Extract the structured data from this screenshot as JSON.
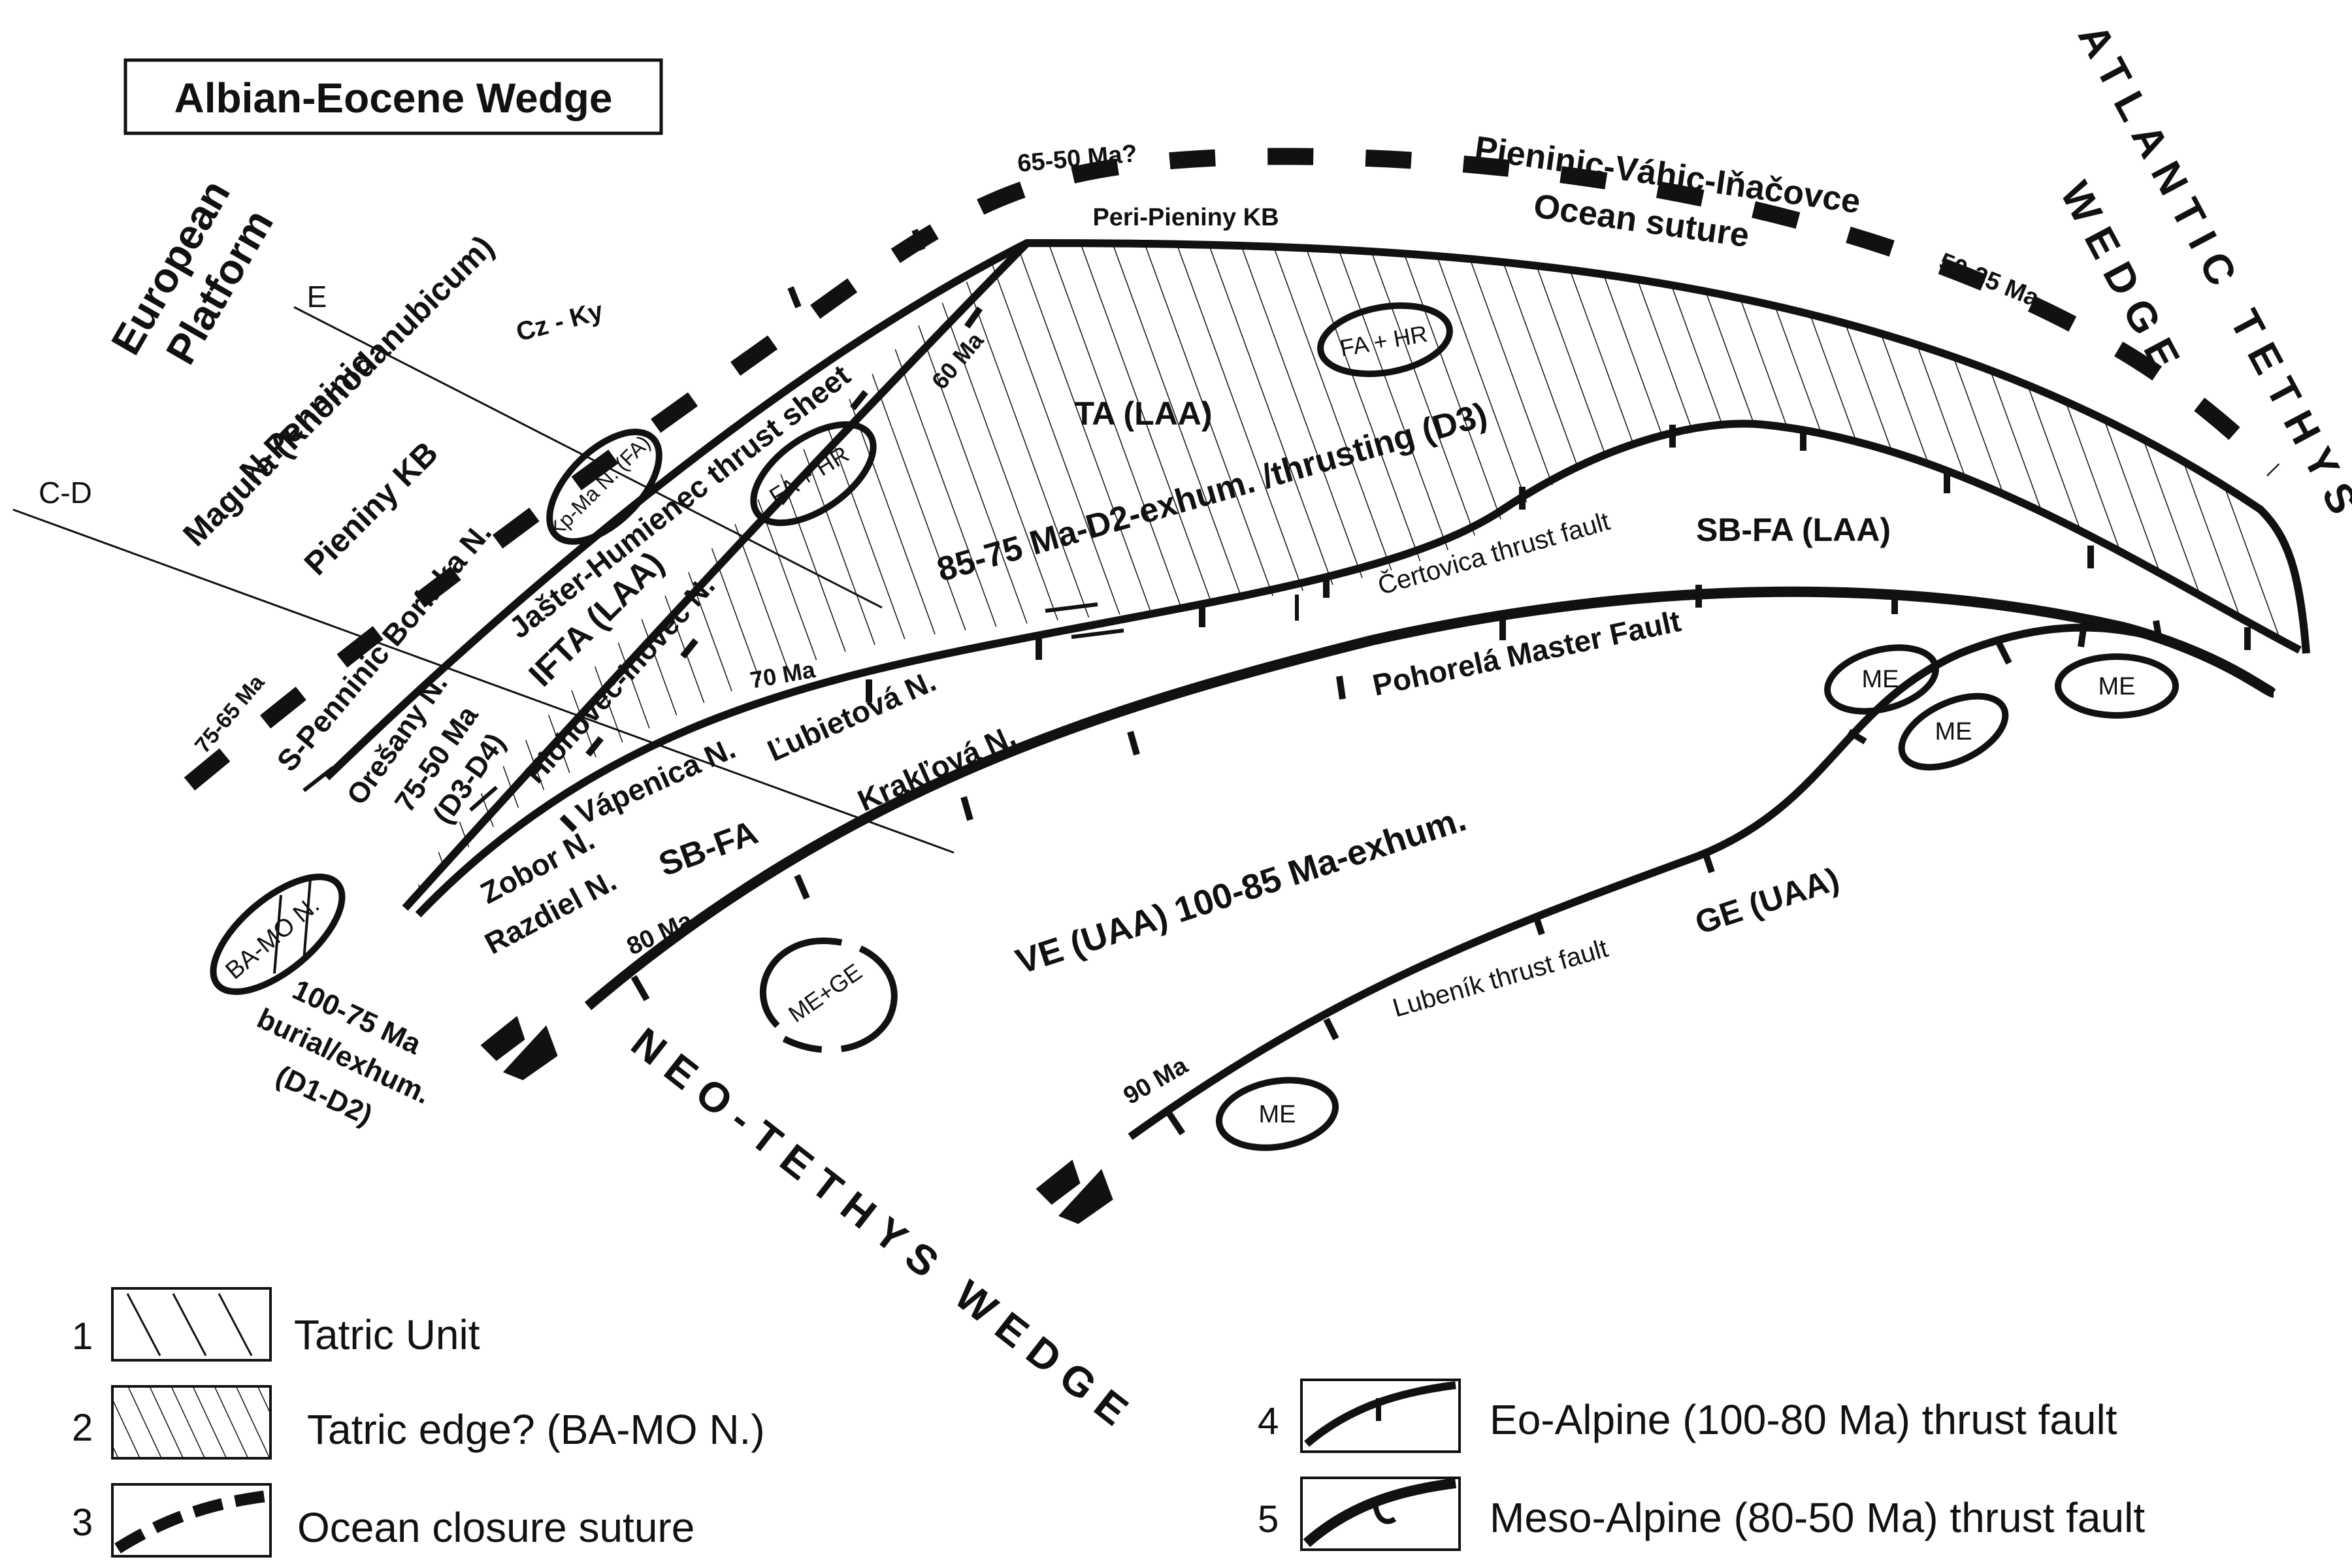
{
  "title": "Albian-Eocene Wedge",
  "wedges": {
    "atlantic_line1": "ATLANTIC TETHYS",
    "atlantic_line2": "WEDGE",
    "neotethys": "NEO-TETHYS WEDGE"
  },
  "platform": {
    "line1": "European",
    "line2": "Platform"
  },
  "units": {
    "magura1": "Magura (Rhenodanubicum)",
    "magura2": "N-Penninic",
    "pieniny_kb": "Pieniny KB",
    "cz_ky": "Cz - Ky",
    "peri_pieniny": "Peri-Pieniny KB",
    "suture1": "Pieninic-Váhic-Iňačovce",
    "suture2": "Ocean suture",
    "ta": "TA (LAA)",
    "d2": "85-75 Ma-D2-exhum. /thrusting (D3)",
    "sbfa_laa": "SB-FA (LAA)",
    "certovica": "Čertovica thrust fault",
    "pohorela": "Pohorelá Master Fault",
    "ifta": "IFTA (LAA)",
    "jaster": "Jašter-Humienec thrust sheet",
    "hlohovec": "Hlohovec-Inovec N.",
    "s_penninic": "S-Penninic Borinka N.",
    "oresany": "Orešany N.",
    "ma75_50": "75-50 Ma",
    "d3d4": "(D3-D4)",
    "zobor": "Zobor N.",
    "razdiel": "Razdiel N.",
    "vapenica": "Vápenica N.",
    "lubietova": "Ľubietová N.",
    "kraklova": "Krakľová N.",
    "sbfa": "SB-FA",
    "ve": "VE (UAA) 100-85 Ma-exhum.",
    "ge": "GE (UAA)",
    "lubenik": "Lubeník thrust fault",
    "burial1": "100-75 Ma",
    "burial2": "burial/exhum.",
    "burial3": "(D1-D2)"
  },
  "ages": {
    "a65_50": "65-50 Ma?",
    "a50_35": "50-35 Ma",
    "a75_65": "75-65 Ma",
    "a60": "60 Ma",
    "a70": "70 Ma",
    "a80": "80 Ma",
    "a90": "90 Ma"
  },
  "section_labels": {
    "e": "E",
    "cd": "C-D"
  },
  "ovals": {
    "kp_ma": "Kp-Ma N. (FA)",
    "fa_hr": "FA + HR",
    "ba_mo": "BA-MO N.",
    "me": "ME",
    "me_ge": "ME+GE"
  },
  "legend": [
    {
      "num": "1",
      "label": "Tatric Unit"
    },
    {
      "num": "2",
      "label": "Tatric edge? (BA-MO N.)"
    },
    {
      "num": "3",
      "label": "Ocean closure suture"
    },
    {
      "num": "4",
      "label": "Eo-Alpine (100-80 Ma) thrust fault"
    },
    {
      "num": "5",
      "label": "Meso-Alpine (80-50 Ma) thrust fault"
    }
  ],
  "colors": {
    "ink": "#111111",
    "background": "#ffffff"
  }
}
